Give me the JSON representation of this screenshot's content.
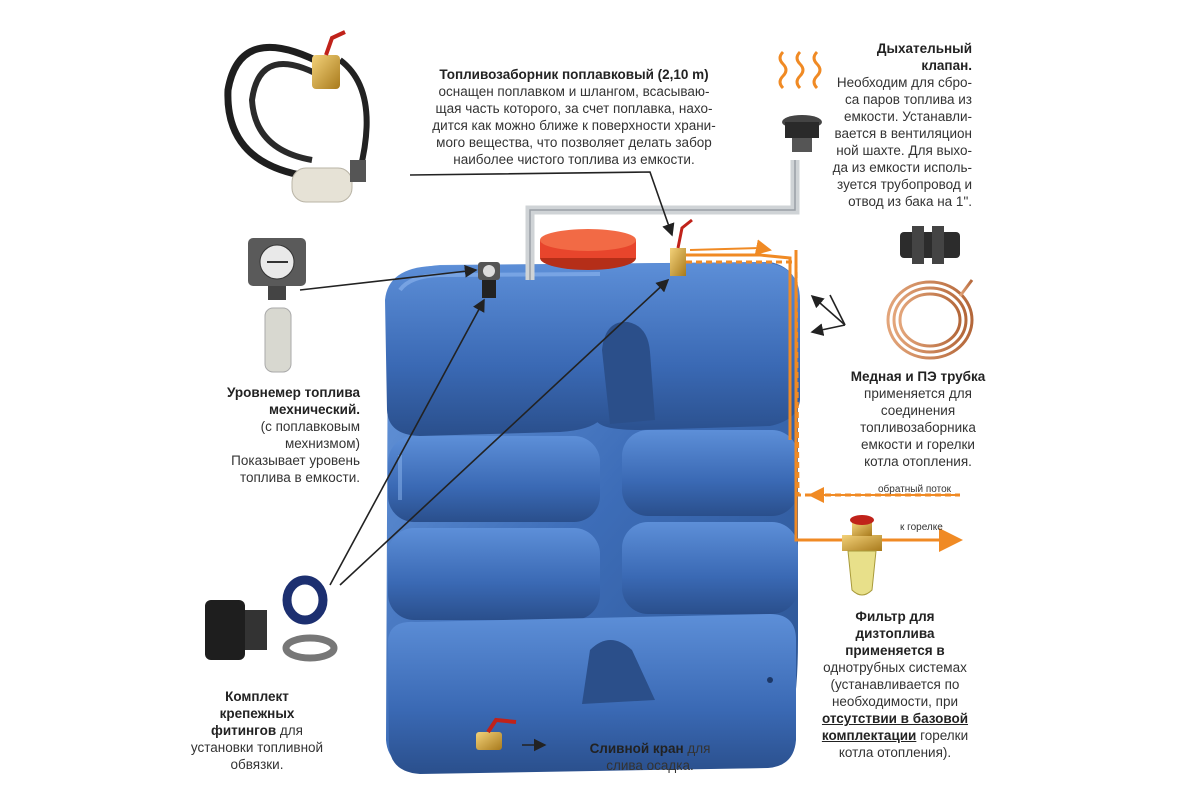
{
  "fuel_intake": {
    "title": "Топливозаборник поплавковый (2,10 m)",
    "lines": [
      "оснащен поплавком и шлангом, всасываю-",
      "щая часть которого, за счет поплавка, нахо-",
      "дится как можно ближе к поверхности храни-",
      "мого вещества, что позволяет делать забор",
      "наиболее чистого топлива из емкости."
    ]
  },
  "breather_valve": {
    "title_lines": [
      "Дыхательный",
      "клапан."
    ],
    "lines": [
      "Необходим для сбро-",
      "са паров топлива из",
      "емкости. Устанавли-",
      "вается в вентиляцион",
      "ной шахте. Для выхо-",
      "да из емкости исполь-",
      "зуется трубопровод и",
      "отвод из бака на 1\"."
    ]
  },
  "level_gauge": {
    "title_lines": [
      "Уровнемер топлива",
      "мехнический."
    ],
    "lines": [
      "(с поплавковым",
      "мехнизмом)",
      "Показывает уровень",
      "топлива в емкости."
    ]
  },
  "pipe": {
    "title": "Медная и ПЭ трубка",
    "lines": [
      "применяется для",
      "соединения",
      "топливозаборника",
      "емкости и горелки",
      "котла отопления."
    ]
  },
  "flow_labels": {
    "return": "обратный поток",
    "burner": "к горелке"
  },
  "filter": {
    "title_lines": [
      "Фильтр для",
      "дизтоплива",
      "применяется в"
    ],
    "lines": [
      "однотрубных системах",
      "(устанавливается по",
      "необходимости, при"
    ],
    "underline_1": "отсутствии в базовой",
    "underline_2": "комплектации",
    "tail_2": " горелки",
    "last": "котла отопления)."
  },
  "fittings": {
    "title_lines": [
      "Комплект",
      "крепежных"
    ],
    "title_3": "фитингов",
    "tail_3": " для",
    "lines": [
      "установки топливной",
      "обвязки."
    ]
  },
  "drain": {
    "title": "Сливной кран",
    "tail": " для",
    "line2": "слива осадка."
  },
  "colors": {
    "tank": "#3f6fb5",
    "tank_light": "#5b8fd6",
    "orange": "#f08a24",
    "lid": "#e8452c"
  }
}
